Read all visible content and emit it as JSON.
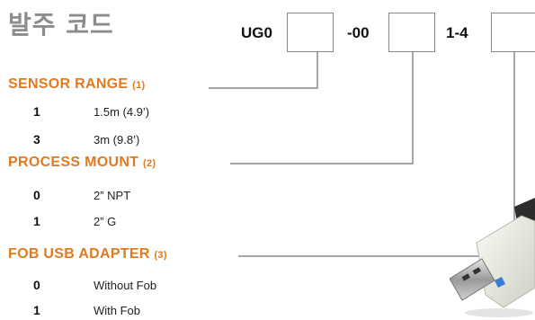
{
  "title": "발주 코드",
  "code": {
    "prefix": "UG0",
    "middle": "-00",
    "suffix": "1-4"
  },
  "sections": [
    {
      "heading": "SENSOR RANGE",
      "number": "(1)",
      "options": [
        {
          "code": "1",
          "desc": "1.5m (4.9’)"
        },
        {
          "code": "3",
          "desc": "3m (9.8’)"
        }
      ]
    },
    {
      "heading": "PROCESS MOUNT",
      "number": "(2)",
      "options": [
        {
          "code": "0",
          "desc": "2” NPT"
        },
        {
          "code": "1",
          "desc": "2” G"
        }
      ]
    },
    {
      "heading": "FOB USB ADAPTER",
      "number": "(3)",
      "options": [
        {
          "code": "0",
          "desc": "Without Fob"
        },
        {
          "code": "1",
          "desc": "With Fob"
        }
      ]
    }
  ],
  "colors": {
    "heading": "#e07a1f",
    "title": "#8c8c8c",
    "lines": "#888888"
  },
  "image": "usb-fob-adapter-photo"
}
